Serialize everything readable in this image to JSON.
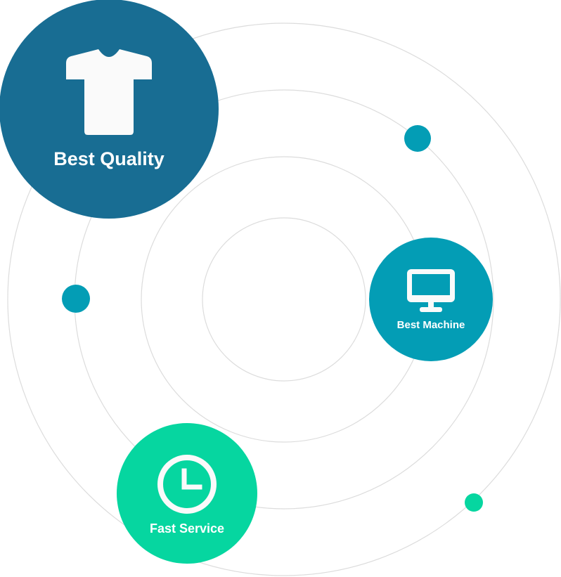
{
  "colors": {
    "background": "#ffffff",
    "ring_stroke": "#dcdcdc",
    "quality_bubble": "#186d93",
    "machine_bubble": "#039db5",
    "service_bubble": "#06d6a0",
    "icon_fill": "#fafafa"
  },
  "features": {
    "quality": {
      "label": "Best Quality",
      "icon": "tshirt-icon"
    },
    "machine": {
      "label": "Best Machine",
      "icon": "monitor-icon"
    },
    "service": {
      "label": "Fast Service",
      "icon": "clock-icon"
    }
  },
  "decorative_dots": [
    {
      "name": "orbit-dot-top-right",
      "color": "#039db5"
    },
    {
      "name": "orbit-dot-left",
      "color": "#039db5"
    },
    {
      "name": "orbit-dot-bottom-right",
      "color": "#06d6a0"
    }
  ]
}
